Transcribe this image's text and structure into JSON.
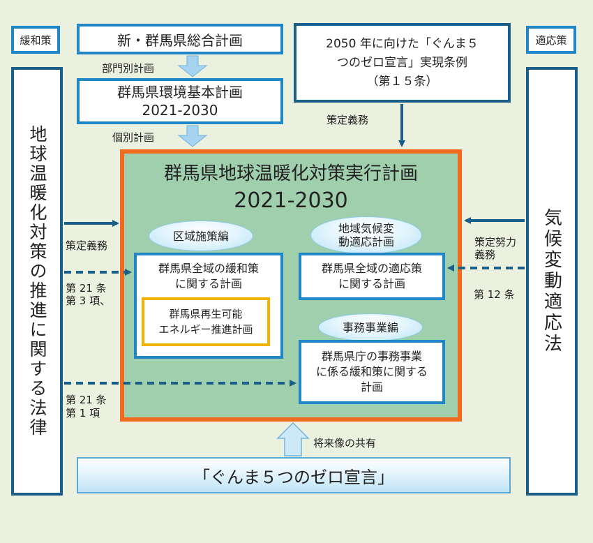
{
  "tags": {
    "mitigation": "緩和策",
    "adaptation": "適応策"
  },
  "top_plans": {
    "comprehensive": "新・群馬県総合計画",
    "sector_label": "部門別計画",
    "environment_line1": "群馬県環境基本計画",
    "environment_line2": "2021-2030",
    "individual_label": "個別計画"
  },
  "ordinance": {
    "line1": "2050 年に向けた「ぐんま５",
    "line2": "つのゼロ宣言」実現条例",
    "line3": "（第１５条）",
    "duty_label": "策定義務"
  },
  "left_law": "地球温暖化対策の推進に関する法律",
  "right_law": "気候変動適応法",
  "main": {
    "title_line1": "群馬県地球温暖化対策実行計画",
    "title_line2": "2021-2030",
    "regional_tag": "区域施策編",
    "regional_box_line1": "群馬県全域の緩和策",
    "regional_box_line2": "に関する計画",
    "renewable_line1": "群馬県再生可能",
    "renewable_line2": "エネルギー推進計画",
    "adapt_tag_line1": "地域気候変",
    "adapt_tag_line2": "動適応計画",
    "adapt_box_line1": "群馬県全域の適応策",
    "adapt_box_line2": "に関する計画",
    "office_tag": "事務事業編",
    "office_box_line1": "群馬県庁の事務事業",
    "office_box_line2": "に係る緩和策に関する",
    "office_box_line3": "計画"
  },
  "left_labels": {
    "duty": "策定義務",
    "art21_3_line1": "第 21 条",
    "art21_3_line2": "第 3 項、",
    "art21_1_line1": "第 21 条",
    "art21_1_line2": "第 1 項"
  },
  "right_labels": {
    "effort_line1": "策定努力",
    "effort_line2": "義務",
    "art12": "第 12 条"
  },
  "bottom": {
    "shared_vision": "将来像の共有",
    "declaration": "「ぐんま５つのゼロ宣言」"
  },
  "colors": {
    "background": "#ebf1de",
    "blue": "#1f86c8",
    "navy": "#1a5e8a",
    "orange": "#f26b1d",
    "gold": "#f0b400",
    "main_fill": "#9fcfac"
  }
}
